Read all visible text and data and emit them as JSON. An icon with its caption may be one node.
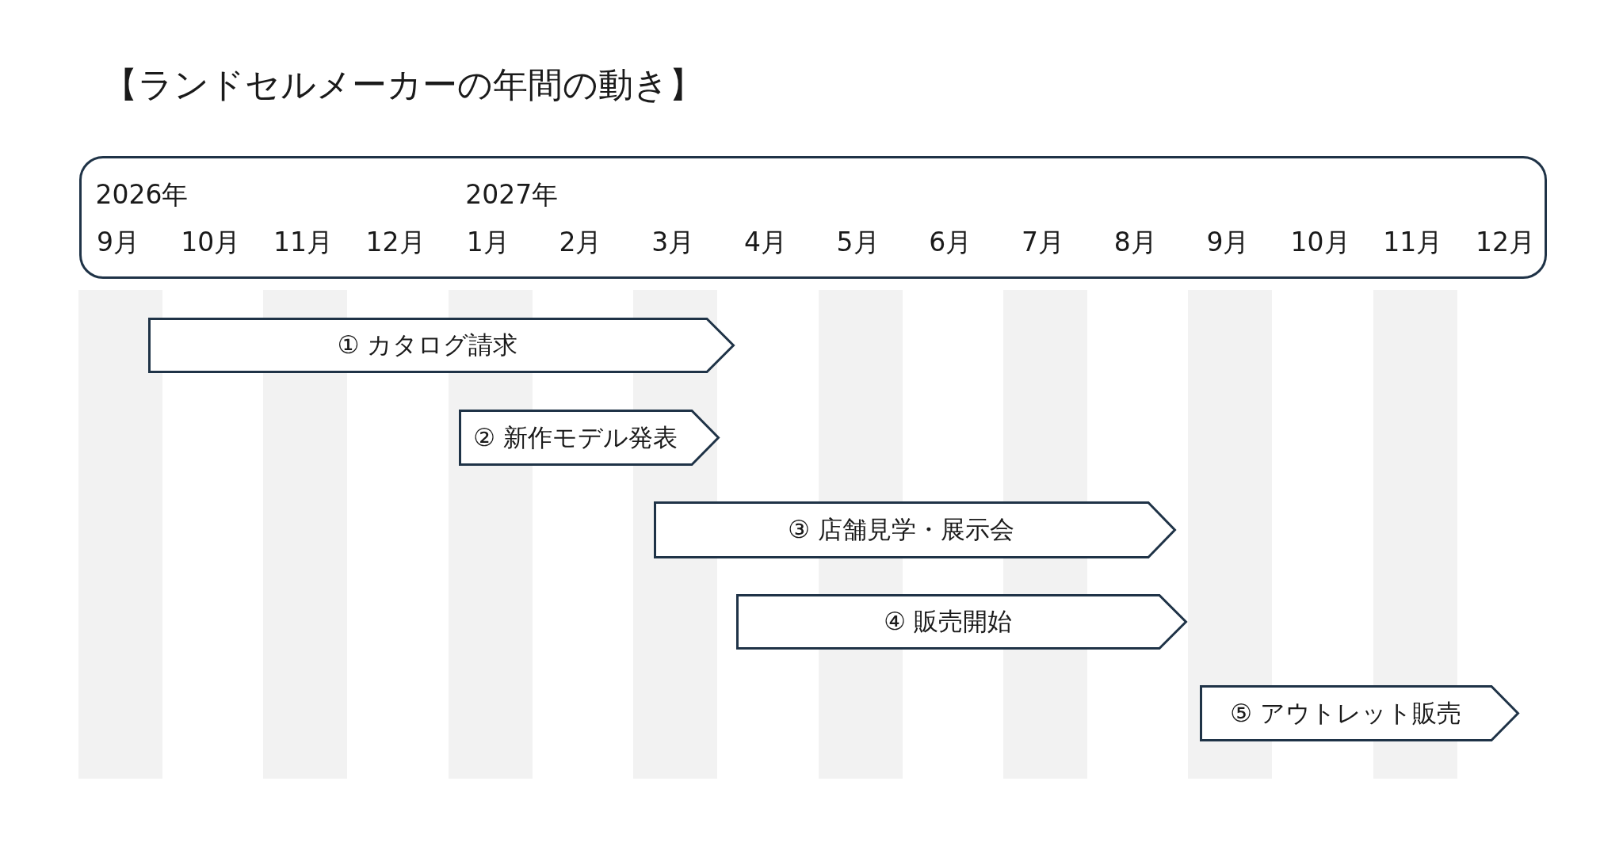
{
  "diagram": {
    "title": "【ランドセルメーカーの年間の動き】",
    "nodes": [
      {
        "text": [
          "2026年",
          "2027年",
          "9月",
          "10月",
          "11月",
          "12月",
          "1月",
          "2月",
          "3月",
          "4月",
          "5月",
          "6月",
          "7月",
          "8月",
          "9月",
          "10月",
          "11月",
          "12月"
        ]
      },
      {
        "text": [
          "① カタログ請求"
        ]
      },
      {
        "text": [
          "② 新作モデル発表"
        ]
      },
      {
        "text": [
          "③ 店舗見学・展示会"
        ]
      },
      {
        "text": [
          "④ 販売開始"
        ]
      },
      {
        "text": [
          "⑤ アウトレット販売"
        ]
      }
    ]
  }
}
